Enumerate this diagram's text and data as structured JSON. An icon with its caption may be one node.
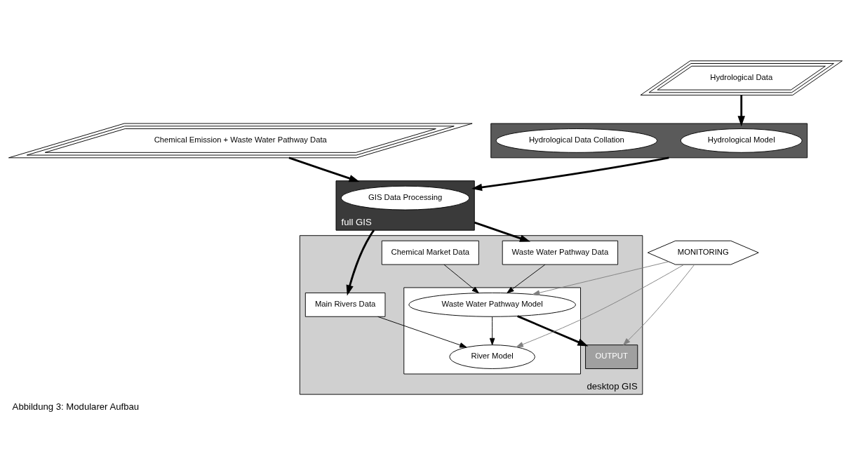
{
  "diagram": {
    "caption": "Abbildung 3: Modularer Aufbau",
    "nodes": [
      {
        "text": [
          "Chemical Emission + Waste Water Pathway Data"
        ]
      },
      {
        "text": [
          "Hydrological Data"
        ]
      },
      {
        "text": [
          "full GIS"
        ]
      },
      {
        "text": [
          "GIS Data Processing"
        ],
        "in": 2
      },
      {
        "text": [],
        "shape": "box"
      },
      {
        "text": [
          "Hydrological Model"
        ],
        "in": 4
      },
      {
        "text": [
          "Hydrological Data Collation"
        ],
        "in": 4
      },
      {
        "text": [
          "desktop GIS"
        ]
      },
      {
        "text": [
          "Main Rivers Data"
        ],
        "in": 7
      },
      {
        "text": [
          "Waste Water Pathway Data"
        ],
        "in": 7
      },
      {
        "text": [
          "Chemical Market Data"
        ],
        "in": 7
      },
      {
        "text": [
          "OUTPUT"
        ],
        "in": 7
      },
      {
        "text": [],
        "shape": "box",
        "in": 7
      },
      {
        "text": [
          "Waste Water Pathway Model"
        ],
        "in": 12
      },
      {
        "text": [
          "River Model"
        ],
        "in": 12
      },
      {
        "text": [
          "MONITORING"
        ]
      }
    ],
    "edges": [
      {
        "from": 0,
        "to": 2,
        "arrow": "to",
        "style": "thick"
      },
      {
        "from": 1,
        "to": 4,
        "arrow": "to",
        "style": "thick"
      },
      {
        "from": 4,
        "to": 2,
        "arrow": "to",
        "style": "thick"
      },
      {
        "from": 2,
        "to": 8,
        "arrow": "to",
        "style": "thick"
      },
      {
        "from": 2,
        "to": 9,
        "arrow": "to",
        "style": "thick"
      },
      {
        "from": 8,
        "to": 14,
        "arrow": "to"
      },
      {
        "from": 9,
        "to": 13,
        "arrow": "to"
      },
      {
        "from": 10,
        "to": 13,
        "arrow": "to"
      },
      {
        "from": 13,
        "to": 14,
        "arrow": "to"
      },
      {
        "from": 13,
        "to": 11,
        "arrow": "to",
        "style": "thick"
      },
      {
        "from": 15,
        "to": 14,
        "arrow": "to",
        "color": "#808080"
      },
      {
        "from": 15,
        "to": 13,
        "arrow": "to",
        "color": "#808080"
      },
      {
        "from": 15,
        "to": 11,
        "arrow": "to",
        "color": "#808080"
      }
    ]
  }
}
